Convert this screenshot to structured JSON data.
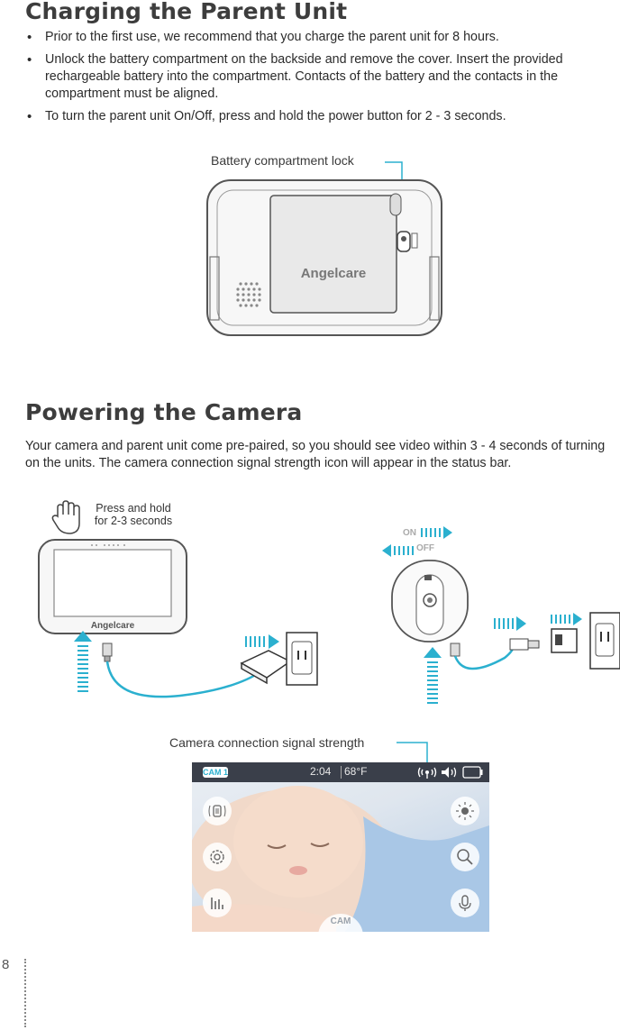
{
  "section1": {
    "title": "Charging the Parent Unit",
    "bullets": [
      "Prior to the first use, we recommend that you charge the parent unit for 8 hours.",
      "Unlock the battery compartment on the backside and remove the cover. Insert the provided rechargeable battery into the compartment. Contacts of the battery and the contacts in the compartment must be aligned.",
      "To turn the parent unit On/Off, press and hold the power button for 2 - 3 seconds."
    ],
    "callout": "Battery compartment lock",
    "logo_text": "Angelcare"
  },
  "section2": {
    "title": "Powering the Camera",
    "paragraph": "Your camera and parent unit come pre-paired, so you should see video within 3 - 4 seconds of turning on the units. The camera connection signal strength icon will appear in the status bar.",
    "press_hold_line1": "Press and hold",
    "press_hold_line2": "for 2-3 seconds",
    "on_label": "ON",
    "off_label": "OFF",
    "logo_text": "Angelcare",
    "signal_callout": "Camera connection signal strength"
  },
  "screen": {
    "cam_badge": "CAM 1",
    "time": "2:04",
    "temperature": "68°F",
    "bottom_label": "CAM"
  },
  "page_number": "8",
  "colors": {
    "accent": "#2bb0cf",
    "heading": "#3d3d3d"
  }
}
